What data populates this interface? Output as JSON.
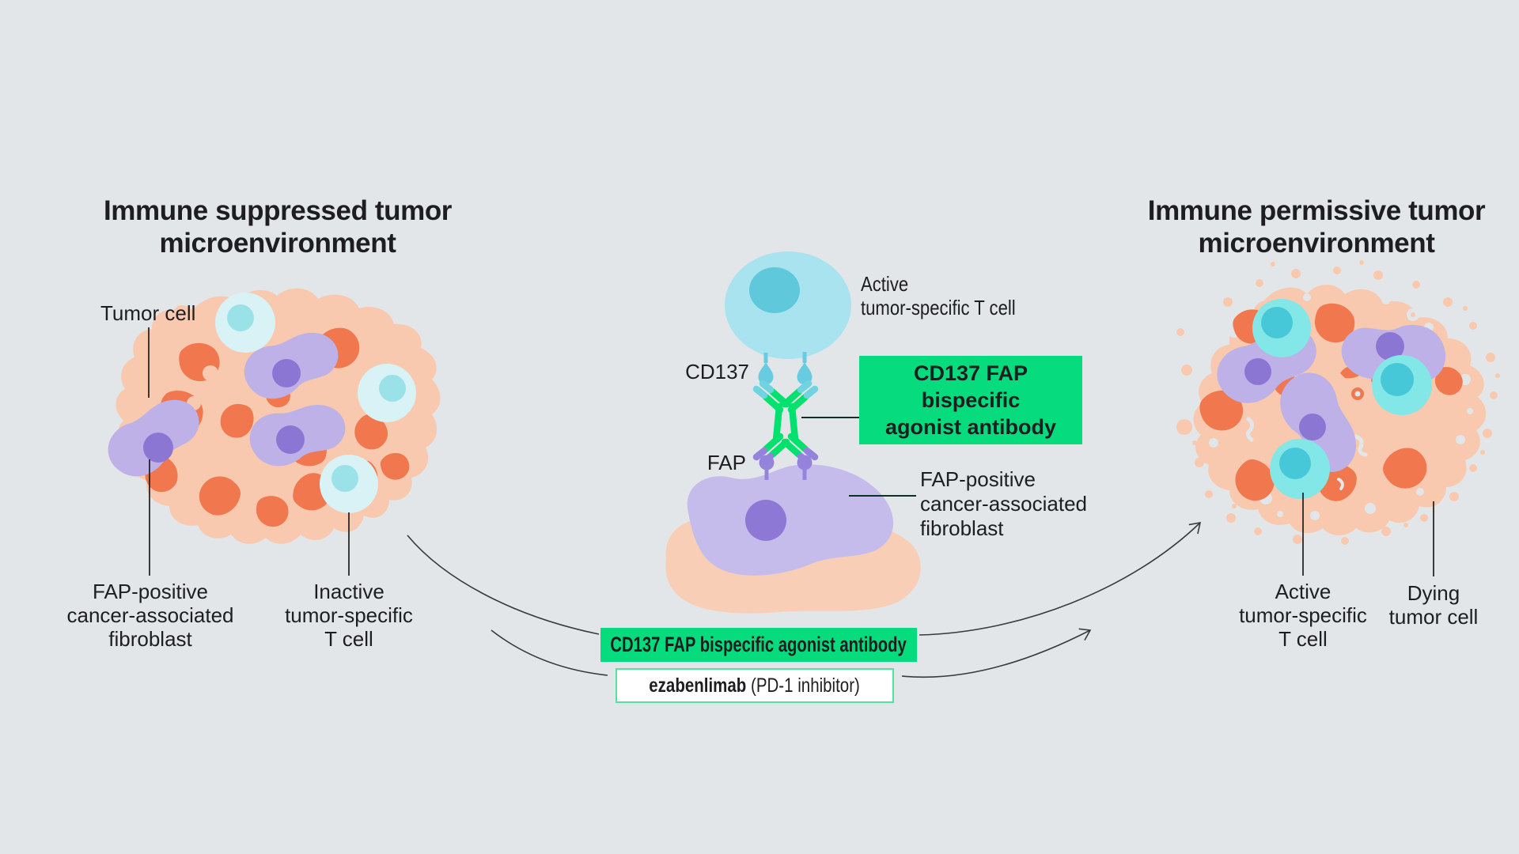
{
  "left": {
    "title": "Immune suppressed tumor\nmicroenvironment",
    "tumor_cell": "Tumor cell",
    "fibroblast": "FAP-positive\ncancer-associated\nfibroblast",
    "t_cell": "Inactive\ntumor-specific\nT cell"
  },
  "center": {
    "t_cell": "Active\ntumor-specific T cell",
    "cd137": "CD137",
    "fap": "FAP",
    "box": "CD137 FAP\nbispecific\nagonist antibody",
    "fibroblast": "FAP-positive\ncancer-associated\nfibroblast"
  },
  "bottom": {
    "banner": "CD137 FAP bispecific agonist antibody",
    "drug": "ezabenlimab",
    "drug_rest": " (PD-1 inhibitor)"
  },
  "right": {
    "title": "Immune permissive tumor\nmicroenvironment",
    "t_cell": "Active\ntumor-specific\nT cell",
    "dying": "Dying\ntumor cell"
  },
  "colors": {
    "bg": "#E3E6E8",
    "ink": "#1E1E20",
    "peach": "#F8C9AE",
    "mound": "#F8CFB6",
    "orange": "#F0774E",
    "lav": "#BEB1E7",
    "lavn": "#8C76D3",
    "cfib": "#C6BCEC",
    "cfibn": "#8D78D5",
    "tpale": "#D8F2F5",
    "tpalen": "#9AE2E8",
    "tact": "#A8E3EF",
    "tactn": "#5FC9DB",
    "tright": "#83E6E7",
    "trightn": "#46C8D9",
    "rcyan": "#68CCE0",
    "rpurple": "#9583DC",
    "abgreen": "#00E16E",
    "tipcyan": "#6FD4DF",
    "tippurple": "#9483DB",
    "green": "#06DB7D",
    "greenborder": "#54E2A0",
    "linedark": "#0E2E28",
    "arrow": "#3A3A3A"
  }
}
